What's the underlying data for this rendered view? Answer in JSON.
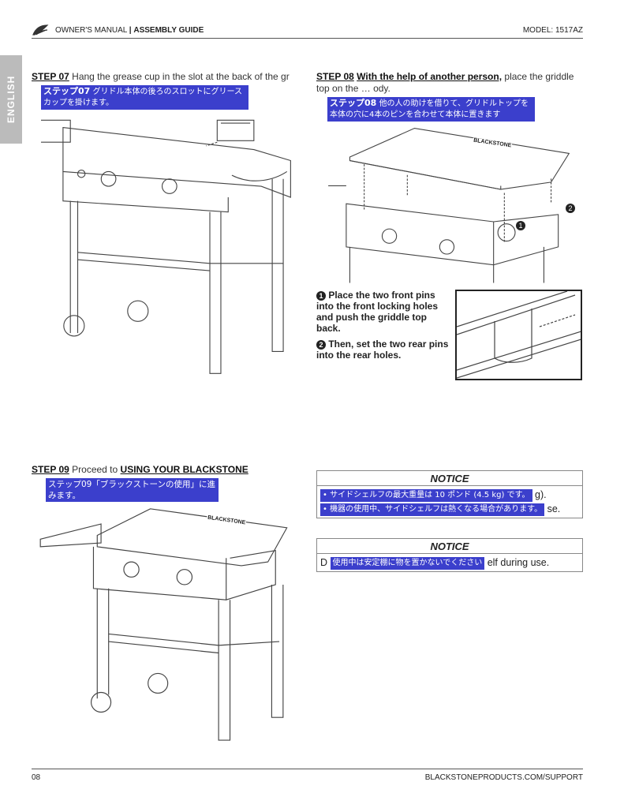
{
  "header": {
    "manual": "OWNER'S MANUAL",
    "separator": "|",
    "guide": "ASSEMBLY GUIDE",
    "model": "MODEL: 1517AZ"
  },
  "side_tab": "ENGLISH",
  "step07": {
    "label": "STEP 07",
    "text": "Hang the grease cup in the slot at the back of the",
    "text2": "gr",
    "jp_label": "ステップ07",
    "jp_text": "グリドル本体の後ろのスロットにグリースカップを掛けます。"
  },
  "step08": {
    "label": "STEP 08",
    "bold": "With the help of another person,",
    "text": "place the griddle top on",
    "text2": "the",
    "text3": "ody.",
    "jp_label": "ステップ08",
    "jp_text": "他の人の助けを借りて、グリドルトップを本体の穴に4本のピンを合わせて本体に置きます"
  },
  "instructions": [
    {
      "num": "1",
      "text": "Place the two front pins into the front locking holes and push the griddle top back."
    },
    {
      "num": "2",
      "text": "Then, set the two rear pins into the rear holes."
    }
  ],
  "callouts": [
    "1",
    "2"
  ],
  "brand": "BLACKSTONE",
  "step09": {
    "label": "STEP 09",
    "text": "Proceed to",
    "bold": "USING YOUR BLACKSTONE",
    "jp_text": "ステップ09「ブラックストーンの使用」に進みます。"
  },
  "notice1": {
    "title": "NOTICE",
    "line1_tail": "g).",
    "line2_tail": "se.",
    "jp_line1": "• サイドシェルフの最大重量は 10 ポンド (4.5 kg) です。",
    "jp_line2": "• 機器の使用中、サイドシェルフは熱くなる場合があります。"
  },
  "notice2": {
    "title": "NOTICE",
    "head": "D",
    "tail": "elf during use.",
    "jp_text": "使用中は安定棚に物を置かないでください"
  },
  "footer": {
    "page": "08",
    "url": "BLACKSTONEPRODUCTS.COM/SUPPORT"
  }
}
